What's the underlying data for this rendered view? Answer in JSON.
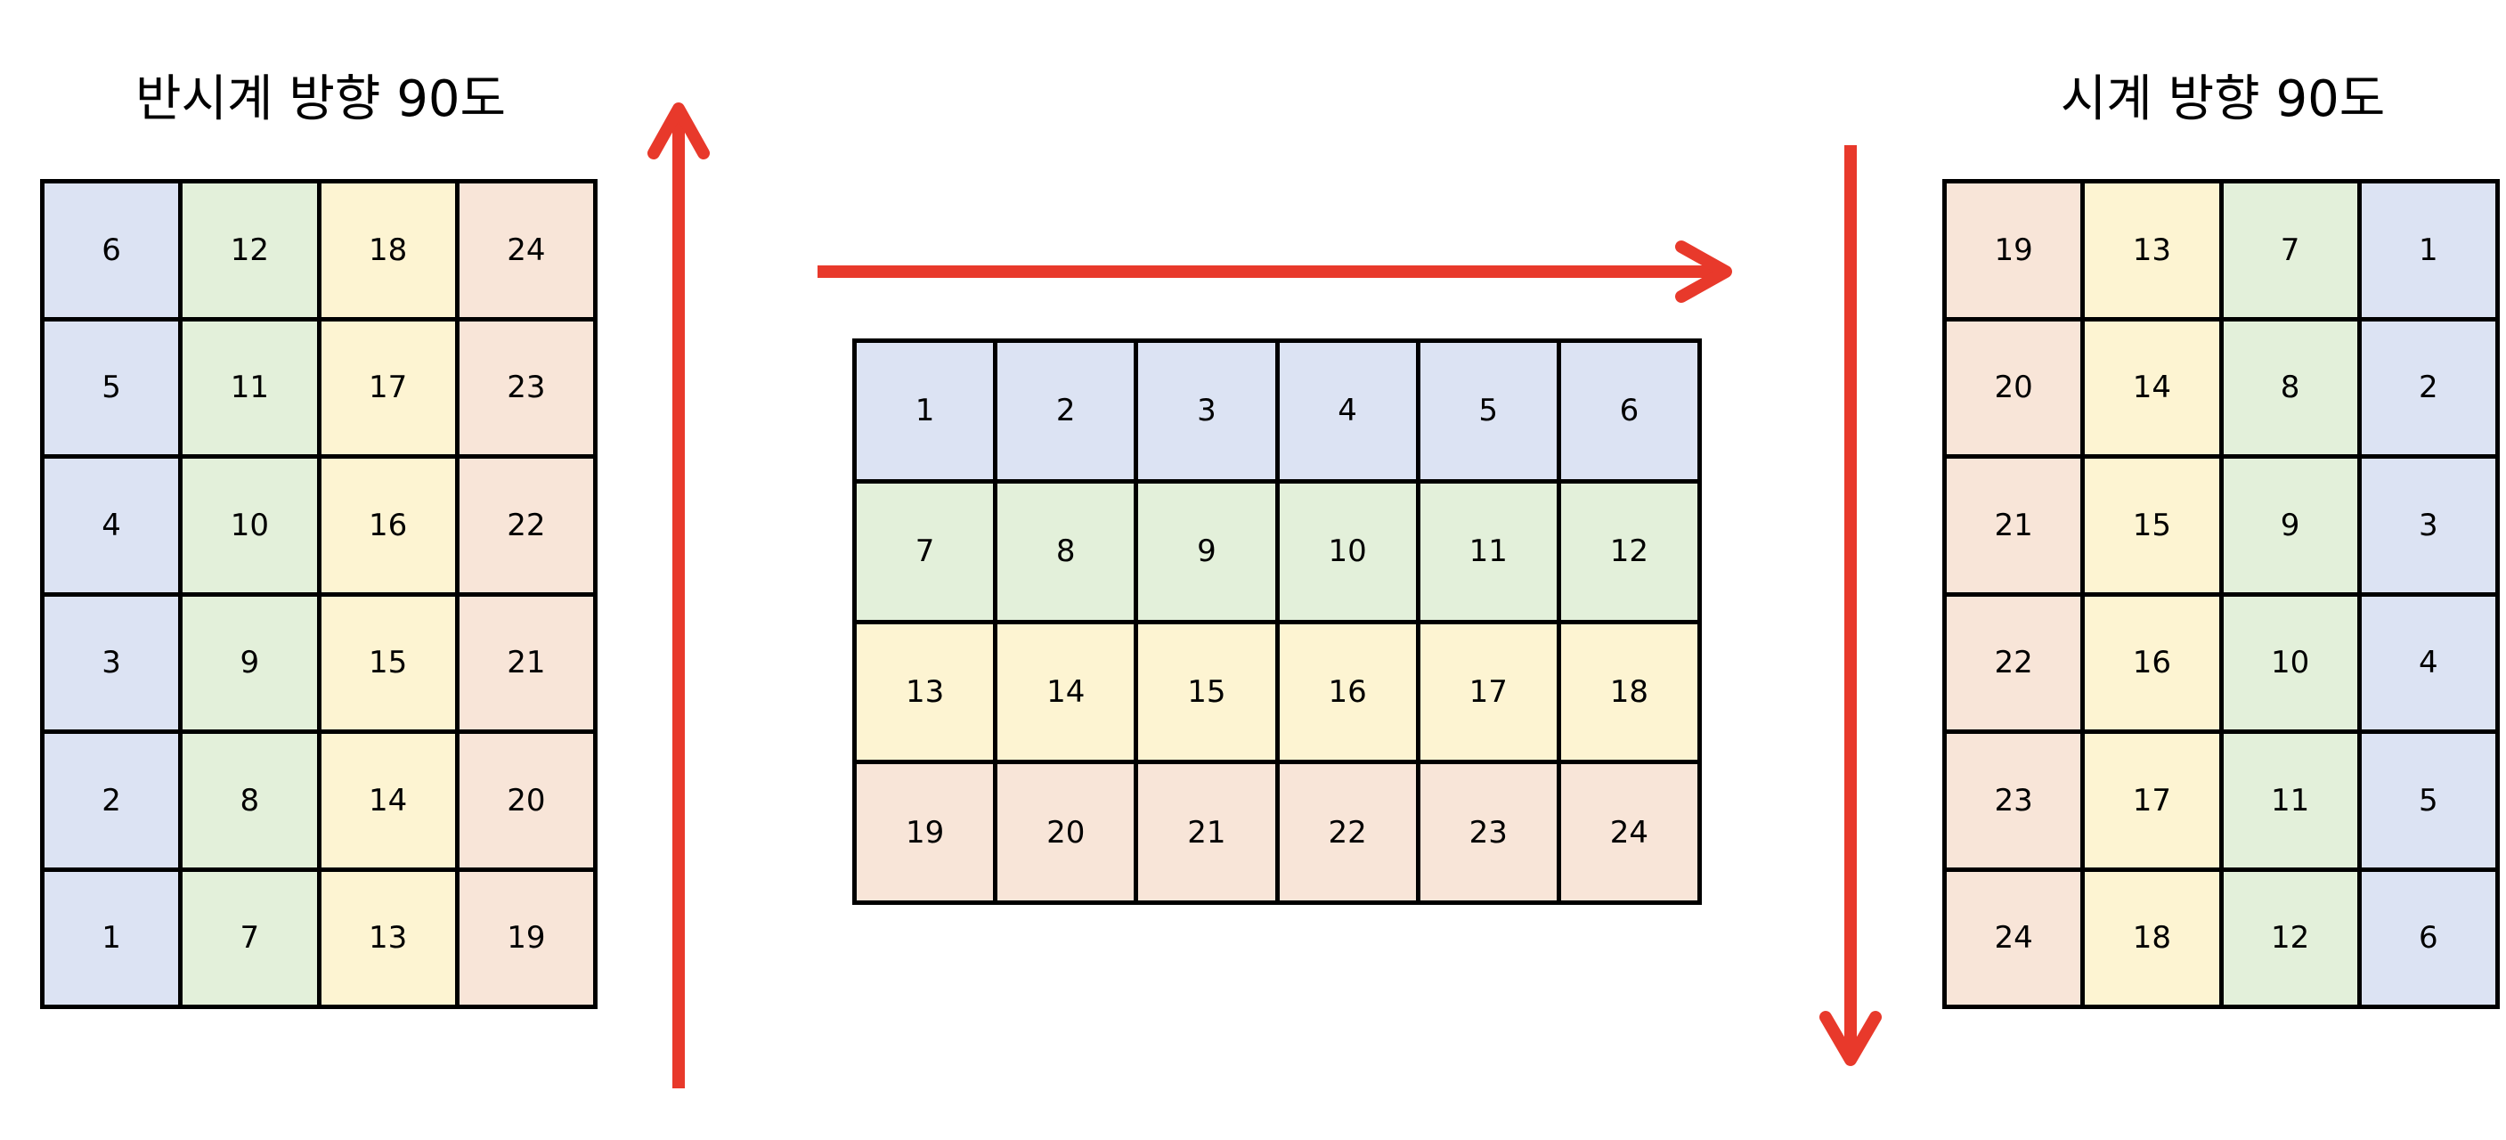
{
  "titles": {
    "counterclockwise": "반시계 방향 90도",
    "clockwise": "시계 방향 90도"
  },
  "colors": {
    "blue": "#dce3f3",
    "green": "#e3f0da",
    "yellow": "#fdf4d2",
    "peach": "#f8e5d8",
    "arrow": "#e8392b"
  },
  "grids": {
    "counterclockwise": {
      "rows": [
        [
          "6",
          "12",
          "18",
          "24"
        ],
        [
          "5",
          "11",
          "17",
          "23"
        ],
        [
          "4",
          "10",
          "16",
          "22"
        ],
        [
          "3",
          "9",
          "15",
          "21"
        ],
        [
          "2",
          "8",
          "14",
          "20"
        ],
        [
          "1",
          "7",
          "13",
          "19"
        ]
      ],
      "column_colors": [
        "blue",
        "green",
        "yellow",
        "peach"
      ]
    },
    "original": {
      "rows": [
        [
          "1",
          "2",
          "3",
          "4",
          "5",
          "6"
        ],
        [
          "7",
          "8",
          "9",
          "10",
          "11",
          "12"
        ],
        [
          "13",
          "14",
          "15",
          "16",
          "17",
          "18"
        ],
        [
          "19",
          "20",
          "21",
          "22",
          "23",
          "24"
        ]
      ],
      "row_colors": [
        "blue",
        "green",
        "yellow",
        "peach"
      ]
    },
    "clockwise": {
      "rows": [
        [
          "19",
          "13",
          "7",
          "1"
        ],
        [
          "20",
          "14",
          "8",
          "2"
        ],
        [
          "21",
          "15",
          "9",
          "3"
        ],
        [
          "22",
          "16",
          "10",
          "4"
        ],
        [
          "23",
          "17",
          "11",
          "5"
        ],
        [
          "24",
          "18",
          "12",
          "6"
        ]
      ],
      "column_colors": [
        "peach",
        "yellow",
        "green",
        "blue"
      ]
    }
  },
  "arrows": [
    {
      "name": "arrow-up",
      "direction": "up"
    },
    {
      "name": "arrow-right",
      "direction": "right"
    },
    {
      "name": "arrow-down",
      "direction": "down"
    }
  ]
}
